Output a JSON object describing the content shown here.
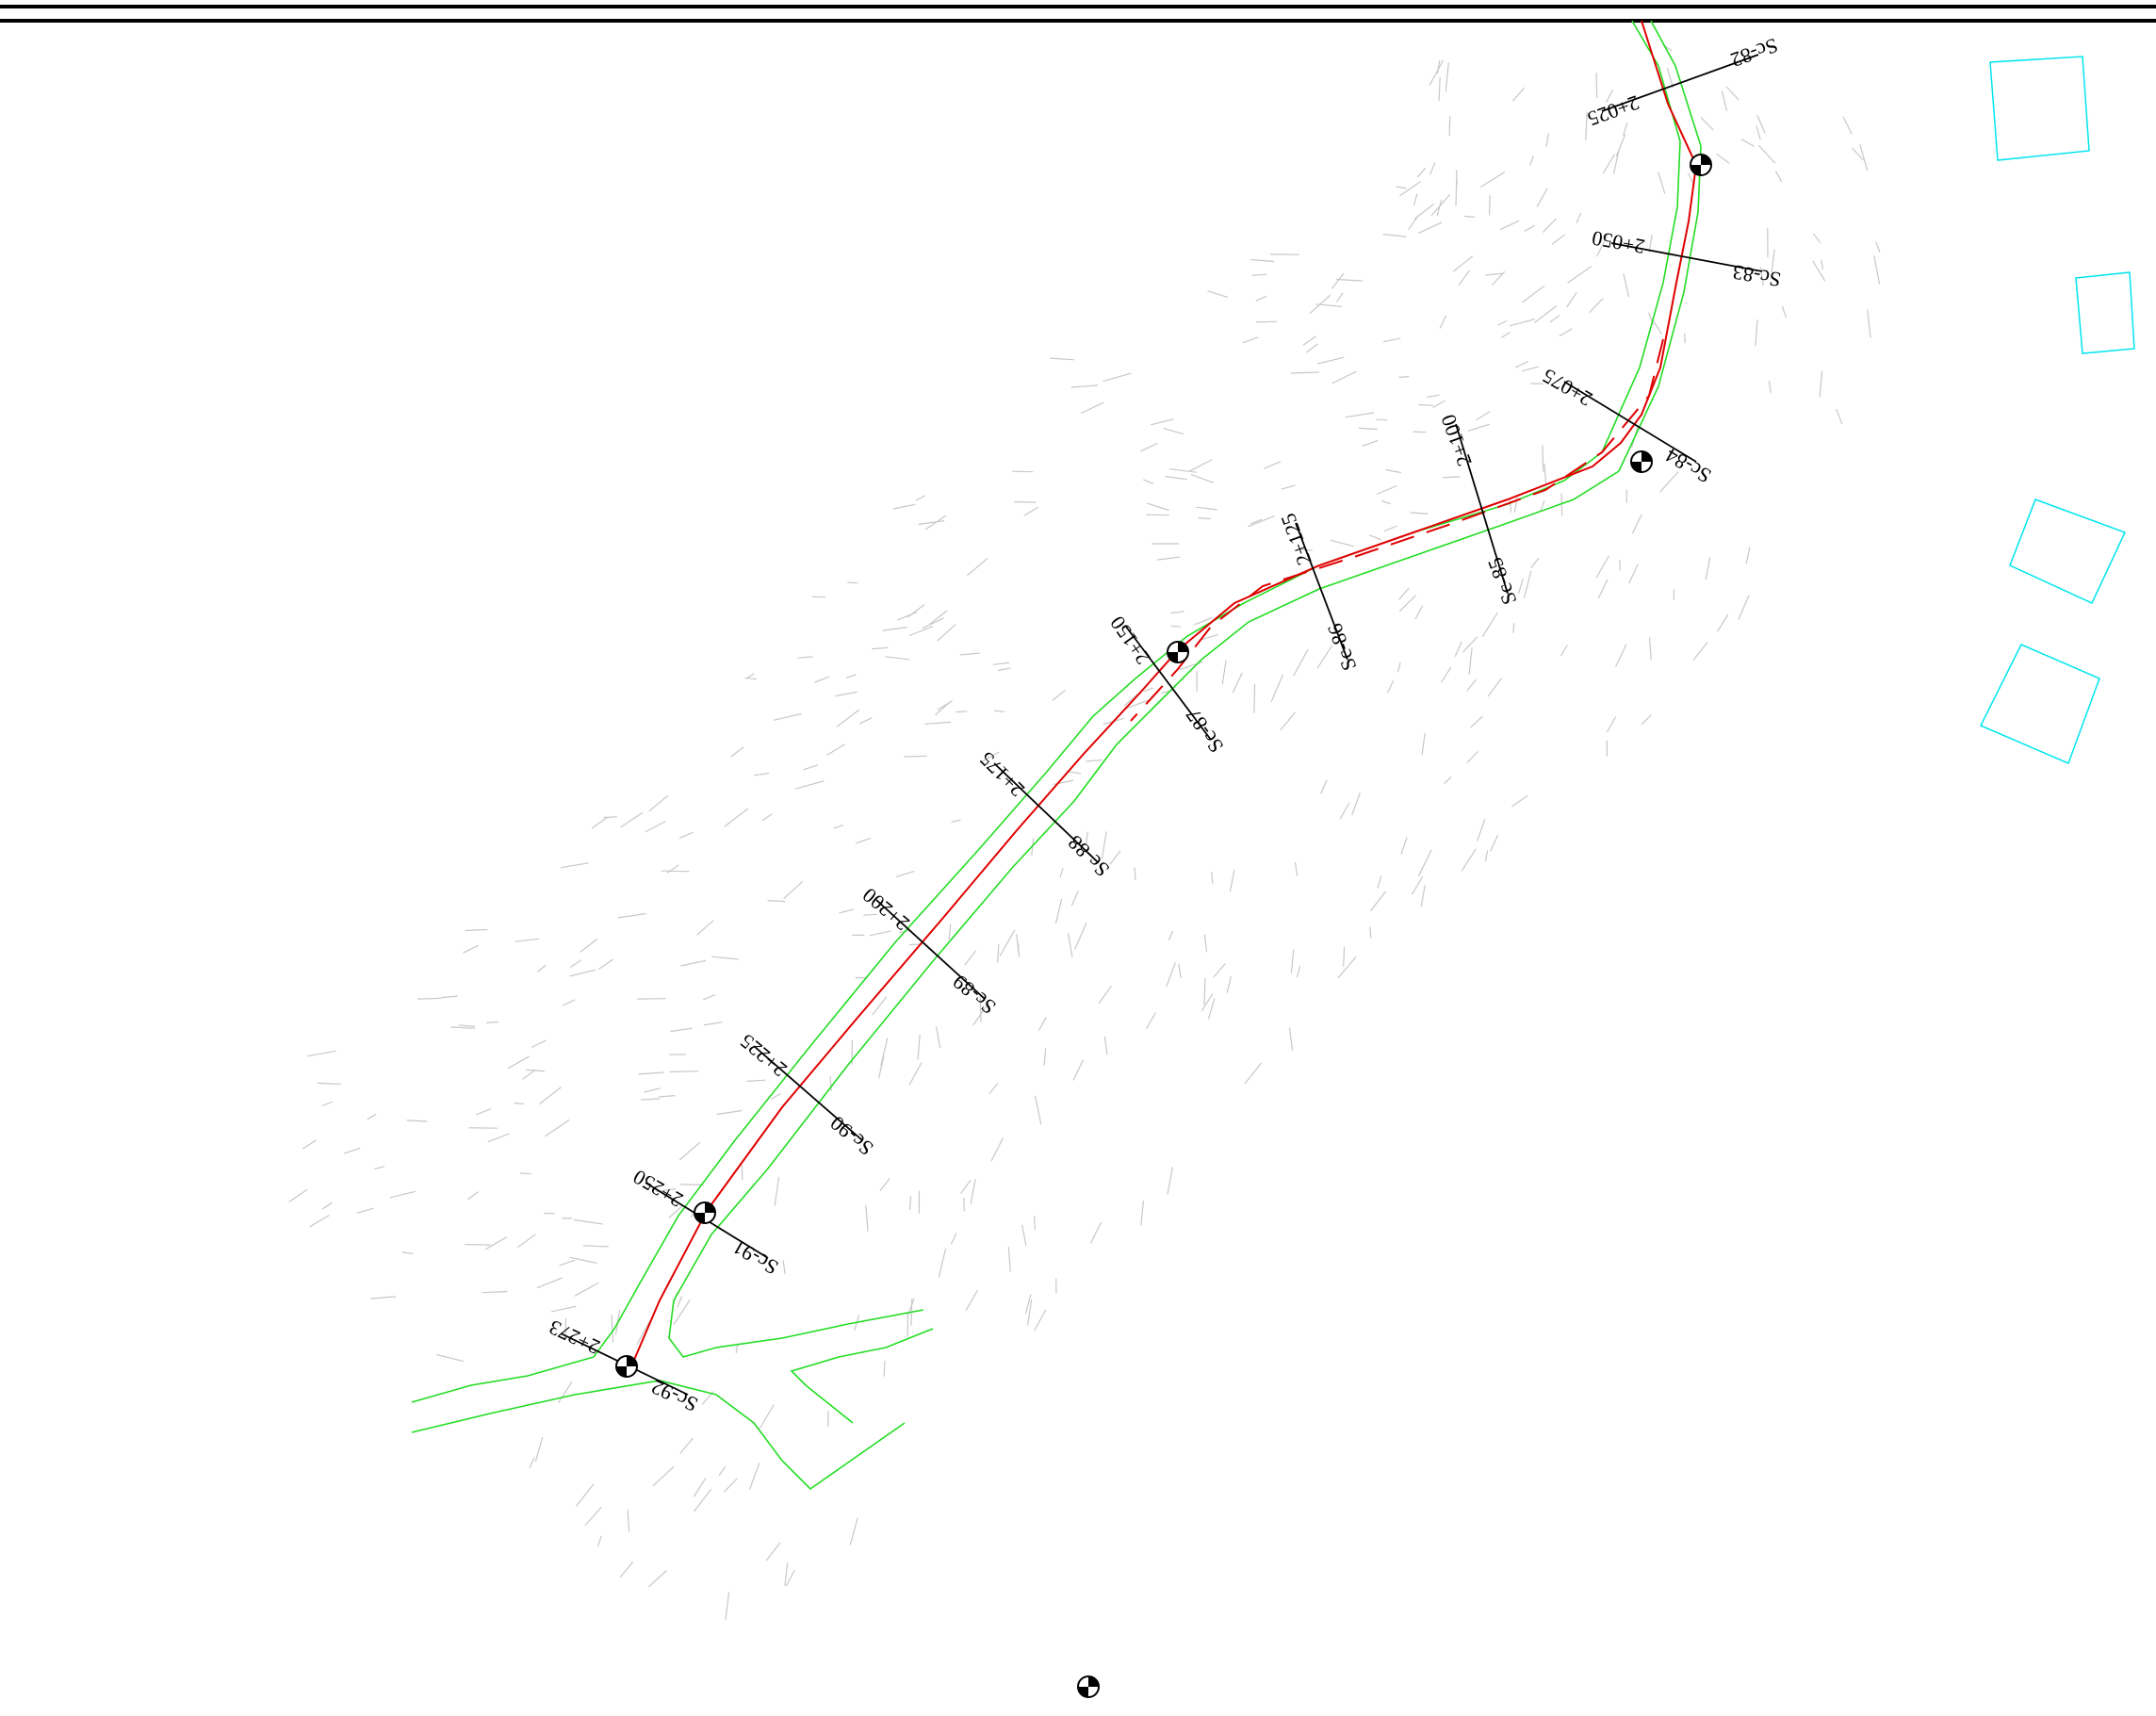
{
  "colors": {
    "background": "#ffffff",
    "axis_line": "#e00000",
    "boundary": "#22dd22",
    "section_line": "#000000",
    "terrain": "#c8c8c8",
    "structures": "#00e5ee",
    "frame": "#000000"
  },
  "sections": [
    {
      "chainage": "2+025",
      "code": "Sc-82"
    },
    {
      "chainage": "2+050",
      "code": "Sc-83"
    },
    {
      "chainage": "2+075",
      "code": "Sc-84"
    },
    {
      "chainage": "2+100",
      "code": "Sc-85"
    },
    {
      "chainage": "2+125",
      "code": "Sc-86"
    },
    {
      "chainage": "2+150",
      "code": "Sc-87"
    },
    {
      "chainage": "2+175",
      "code": "Sc-88"
    },
    {
      "chainage": "2+200",
      "code": "Sc-89"
    },
    {
      "chainage": "2+225",
      "code": "Sc-90"
    },
    {
      "chainage": "2+250",
      "code": "Sc-91"
    },
    {
      "chainage": "2+273",
      "code": "Sc-92"
    }
  ],
  "survey_points": 6,
  "symbols": {
    "survey_point": "survey-benchmark-icon",
    "structure": "building-outline"
  }
}
